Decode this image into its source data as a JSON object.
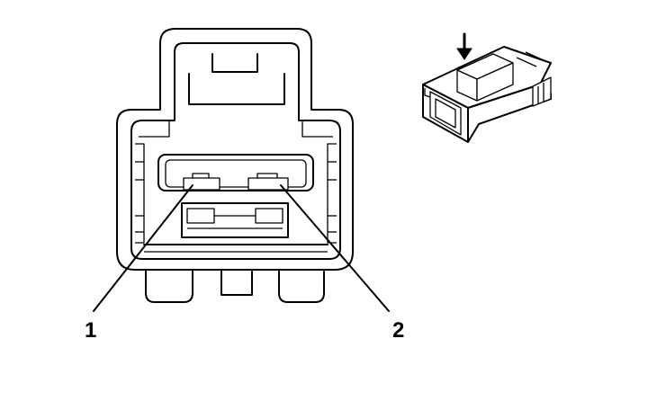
{
  "diagram": {
    "pins": [
      {
        "id": "pin-1",
        "label": "1"
      },
      {
        "id": "pin-2",
        "label": "2"
      }
    ],
    "icons": {
      "connector_face": "connector-face-view-icon",
      "connector_iso": "connector-isometric-icon",
      "arrow": "arrow-down-icon"
    },
    "colors": {
      "line": "#000000",
      "background": "#ffffff"
    }
  }
}
